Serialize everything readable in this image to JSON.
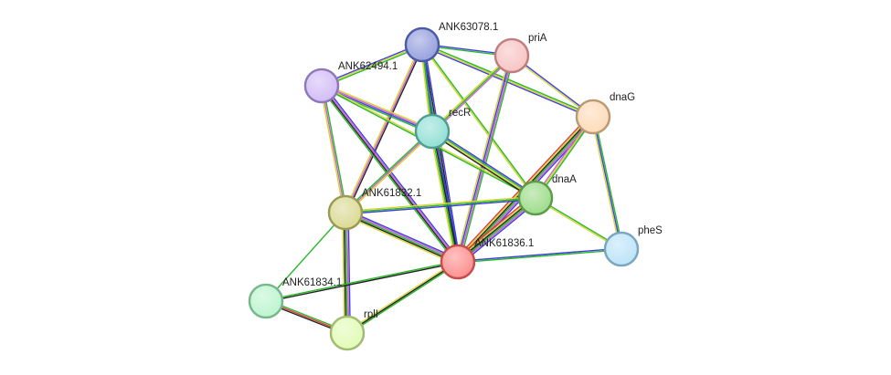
{
  "nodes": [
    {
      "id": "ANK63078.1",
      "label": "ANK63078.1",
      "fill": "#96a0de",
      "stroke": "#4b5aa6"
    },
    {
      "id": "priA",
      "label": "priA",
      "fill": "#f7c4c4",
      "stroke": "#c07d80"
    },
    {
      "id": "ANK62494.1",
      "label": "ANK62494.1",
      "fill": "#d3bdf6",
      "stroke": "#8e77bc"
    },
    {
      "id": "dnaG",
      "label": "dnaG",
      "fill": "#fddbb8",
      "stroke": "#b99a72"
    },
    {
      "id": "recR",
      "label": "recR",
      "fill": "#92e0d6",
      "stroke": "#4e9e94"
    },
    {
      "id": "dnaA",
      "label": "dnaA",
      "fill": "#9edc8a",
      "stroke": "#5a9c4a"
    },
    {
      "id": "ANK61832.1",
      "label": "ANK61832.1",
      "fill": "#dada96",
      "stroke": "#9a9a52"
    },
    {
      "id": "ANK61836.1",
      "label": "ANK61836.1",
      "fill": "#fc8f8f",
      "stroke": "#c74c4c"
    },
    {
      "id": "pheS",
      "label": "pheS",
      "fill": "#bde4f8",
      "stroke": "#7aa6c0"
    },
    {
      "id": "ANK61834.1",
      "label": "ANK61834.1",
      "fill": "#bdf5cf",
      "stroke": "#76b88c"
    },
    {
      "id": "rplI",
      "label": "rplI",
      "fill": "#e2fcb6",
      "stroke": "#a0bc72"
    }
  ],
  "edges": [
    {
      "source": "ANK63078.1",
      "target": "ANK61836.1",
      "colors": [
        "#3f3fe0",
        "#222222",
        "#2ab82a",
        "#d6d63a"
      ]
    },
    {
      "source": "ANK63078.1",
      "target": "recR",
      "colors": [
        "#3f3fe0",
        "#2ab82a",
        "#d6d63a"
      ]
    },
    {
      "source": "ANK63078.1",
      "target": "priA",
      "colors": [
        "#3f3fe0",
        "#2ab82a"
      ]
    },
    {
      "source": "ANK63078.1",
      "target": "dnaG",
      "colors": [
        "#2ab82a",
        "#d6d63a",
        "#3f3fe0"
      ]
    },
    {
      "source": "ANK63078.1",
      "target": "ANK62494.1",
      "colors": [
        "#2ab82a",
        "#d6d63a",
        "#3f3fe0"
      ]
    },
    {
      "source": "ANK63078.1",
      "target": "ANK61832.1",
      "colors": [
        "#222222",
        "#d060d0",
        "#d6d63a"
      ]
    },
    {
      "source": "ANK63078.1",
      "target": "dnaA",
      "colors": [
        "#2ab82a",
        "#d6d63a"
      ]
    },
    {
      "source": "priA",
      "target": "dnaG",
      "colors": [
        "#3f3fe0",
        "#d6d63a"
      ]
    },
    {
      "source": "priA",
      "target": "recR",
      "colors": [
        "#d060d0",
        "#2ab82a",
        "#d6d63a"
      ]
    },
    {
      "source": "priA",
      "target": "ANK61836.1",
      "colors": [
        "#2ab82a",
        "#d060d0",
        "#3f3fe0",
        "#d6d63a"
      ]
    },
    {
      "source": "ANK62494.1",
      "target": "recR",
      "colors": [
        "#d6d63a",
        "#d060d0",
        "#3f3fe0",
        "#2ab82a"
      ]
    },
    {
      "source": "ANK62494.1",
      "target": "ANK61836.1",
      "colors": [
        "#3f3fe0",
        "#d060d0",
        "#222222",
        "#2ab82a"
      ]
    },
    {
      "source": "ANK62494.1",
      "target": "ANK61832.1",
      "colors": [
        "#2ab82a",
        "#d060d0",
        "#d6d63a"
      ]
    },
    {
      "source": "ANK62494.1",
      "target": "dnaA",
      "colors": [
        "#d6d63a",
        "#2ab82a"
      ]
    },
    {
      "source": "recR",
      "target": "ANK61836.1",
      "colors": [
        "#3f3fe0",
        "#222222",
        "#2ab82a",
        "#d6d63a"
      ]
    },
    {
      "source": "recR",
      "target": "dnaA",
      "colors": [
        "#3f3fe0",
        "#2ab82a",
        "#d6d63a",
        "#222222"
      ]
    },
    {
      "source": "recR",
      "target": "ANK61832.1",
      "colors": [
        "#d6d63a",
        "#d060d0",
        "#2ab82a"
      ]
    },
    {
      "source": "dnaG",
      "target": "ANK61836.1",
      "colors": [
        "#3f3fe0",
        "#d060d0",
        "#2ab82a",
        "#222222",
        "#d6d63a",
        "#e03a3a"
      ]
    },
    {
      "source": "dnaG",
      "target": "dnaA",
      "colors": [
        "#2ab82a",
        "#d6d63a",
        "#d060d0"
      ]
    },
    {
      "source": "dnaG",
      "target": "pheS",
      "colors": [
        "#2ab82a",
        "#3f3fe0",
        "#d6d63a"
      ]
    },
    {
      "source": "dnaA",
      "target": "ANK61836.1",
      "colors": [
        "#3f3fe0",
        "#d060d0",
        "#2ab82a",
        "#222222",
        "#d6d63a",
        "#e03a3a"
      ]
    },
    {
      "source": "dnaA",
      "target": "ANK61832.1",
      "colors": [
        "#3f3fe0",
        "#2ab82a",
        "#d6d63a"
      ]
    },
    {
      "source": "dnaA",
      "target": "pheS",
      "colors": [
        "#2ab82a",
        "#d6d63a"
      ]
    },
    {
      "source": "ANK61832.1",
      "target": "ANK61836.1",
      "colors": [
        "#3f3fe0",
        "#d060d0",
        "#2ab82a",
        "#222222",
        "#d6d63a"
      ]
    },
    {
      "source": "ANK61832.1",
      "target": "rplI",
      "colors": [
        "#3f3fe0",
        "#d060d0",
        "#2ab82a",
        "#222222",
        "#d6d63a"
      ]
    },
    {
      "source": "ANK61832.1",
      "target": "ANK61834.1",
      "colors": [
        "#2ab82a"
      ]
    },
    {
      "source": "ANK61836.1",
      "target": "pheS",
      "colors": [
        "#3f3fe0",
        "#2ab82a"
      ]
    },
    {
      "source": "ANK61836.1",
      "target": "ANK61834.1",
      "colors": [
        "#222222",
        "#2ab82a"
      ]
    },
    {
      "source": "ANK61836.1",
      "target": "rplI",
      "colors": [
        "#2ab82a",
        "#222222",
        "#d6d63a"
      ]
    },
    {
      "source": "ANK61834.1",
      "target": "rplI",
      "colors": [
        "#2ab82a",
        "#e03a3a",
        "#222222"
      ]
    }
  ]
}
